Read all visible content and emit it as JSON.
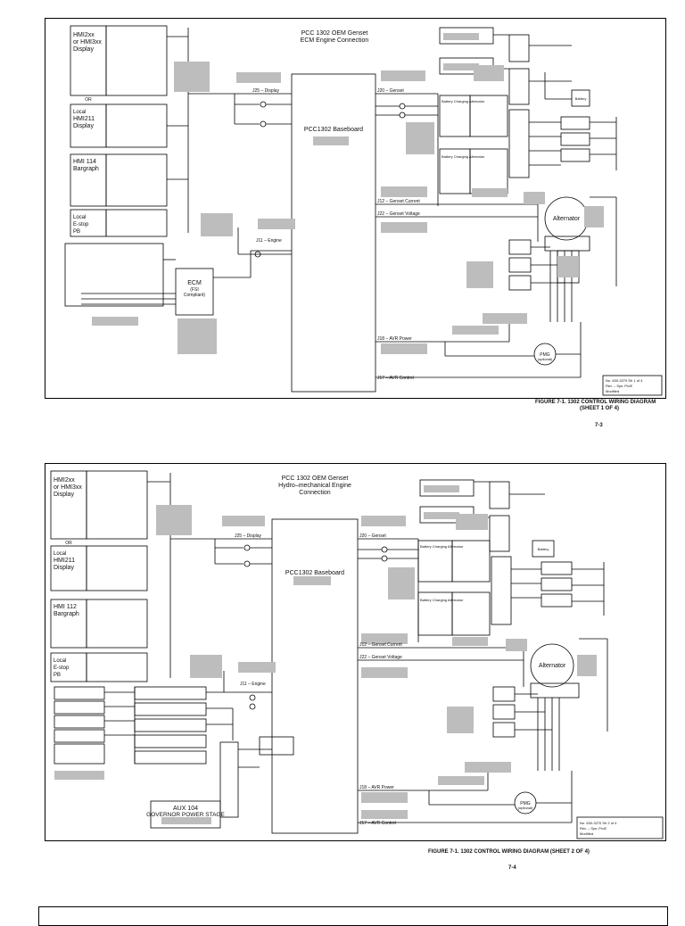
{
  "sheet1": {
    "title_line1": "PCC 1302 OEM Genset",
    "title_line2": "ECM Engine Connection",
    "baseboard": "PCC1302 Baseboard",
    "displays": {
      "hmi2xx_a": "HMI2xx",
      "hmi2xx_b": "or HMI3xx",
      "hmi2xx_c": "Display",
      "hmi211_a": "Local",
      "hmi211_b": "HMI211",
      "hmi211_c": "Display",
      "hmi114_a": "HMI 114",
      "hmi114_b": "Bargraph",
      "estop_a": "Local",
      "estop_b": "E-stop",
      "estop_c": "PB",
      "or": "OR"
    },
    "ecm": {
      "label": "ECM",
      "sub1": "(FSI",
      "sub2": "Compliant)"
    },
    "connectors": {
      "j25": "J25 – Display",
      "j20": "J20 – Genset",
      "j11": "J11 – Engine",
      "j12": "J12 – Genset Current",
      "j22": "J22 – Genset Voltage",
      "j18": "J18 – AVR Power",
      "j17": "J17 – AVR Control"
    },
    "devices": {
      "alternator": "Alternator",
      "pmg": "PMG",
      "pmg_sub": "(optional)",
      "battery_charging_1": "Battery Charging Alternator",
      "battery_charging_2": "Battery Charging Alternator",
      "battery": "Battery"
    },
    "revision_box": {
      "line1": "No. 630-3270   Sh 1 of 4",
      "line2": "Rev.  –     Sys: ProE",
      "line3": "Modified"
    },
    "caption": "FIGURE 7-1.  1302 CONTROL WIRING DIAGRAM",
    "caption2": "(SHEET 1 OF 4)",
    "page_number": "7-3"
  },
  "sheet2": {
    "title_line1": "PCC 1302 OEM Genset",
    "title_line2": "Hydro–mechanical Engine",
    "title_line3": "Connection",
    "baseboard": "PCC1302 Baseboard",
    "displays": {
      "hmi2xx_a": "HMI2xx",
      "hmi2xx_b": "or HMI3xx",
      "hmi2xx_c": "Display",
      "hmi211_a": "Local",
      "hmi211_b": "HMI211",
      "hmi211_c": "Display",
      "hmi112_a": "HMI 112",
      "hmi112_b": "Bargraph",
      "estop_a": "Local",
      "estop_b": "E-stop",
      "estop_c": "PB",
      "or": "OR"
    },
    "connectors": {
      "j25": "J25 – Display",
      "j20": "J20 – Genset",
      "j11": "J11 – Engine",
      "j12": "J12 – Genset Current",
      "j22": "J22 – Genset Voltage",
      "j18": "J18 – AVR Power",
      "j17": "J17 – AVR Control"
    },
    "aux": {
      "line1": "AUX 104",
      "line2": "GOVERNOR POWER STAGE"
    },
    "devices": {
      "alternator": "Alternator",
      "pmg": "PMG",
      "pmg_sub": "(optional)",
      "battery_charging_1": "Battery Charging Alternator",
      "battery_charging_2": "Battery Charging Alternator",
      "battery": "Battery"
    },
    "revision_box": {
      "line1": "No. 630-3270   Sh 2 of 4",
      "line2": "Rev.  –     Sys: ProE",
      "line3": "Modified"
    },
    "caption": "FIGURE 7-1.  1302 CONTROL WIRING DIAGRAM (SHEET 2 OF 4)",
    "page_number": "7-4"
  }
}
